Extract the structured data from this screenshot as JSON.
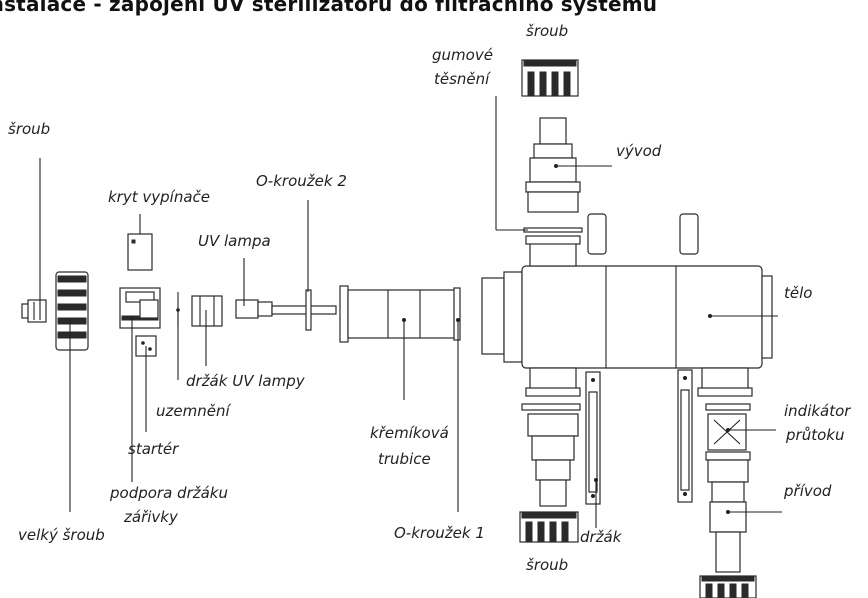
{
  "title": "Instalace - zapojení UV sterilizátoru do filtračního systému",
  "labels": {
    "sroub_left": "šroub",
    "sroub_top": "šroub",
    "sroub_bottom": "šroub",
    "gumove_tesneni_1": "gumové",
    "gumove_tesneni_2": "těsnění",
    "vyvod": "vývod",
    "kryt_vypinace": "kryt vypínače",
    "o_krouzek_2": "O-kroužek 2",
    "uv_lampa": "UV lampa",
    "telo": "tělo",
    "drzak_uv_lampy": "držák UV lampy",
    "uzemneni": "uzemnění",
    "startér": "startér",
    "kremikova_1": "křemíková",
    "kremikova_2": "trubice",
    "indikator_1": "indikátor",
    "indikator_2": "průtoku",
    "podpora_1": "podpora držáku",
    "podpora_2": "zářivky",
    "privod": "přívod",
    "velky_sroub": "velký šroub",
    "o_krouzek_1": "O-kroužek 1",
    "drzak": "držák"
  }
}
